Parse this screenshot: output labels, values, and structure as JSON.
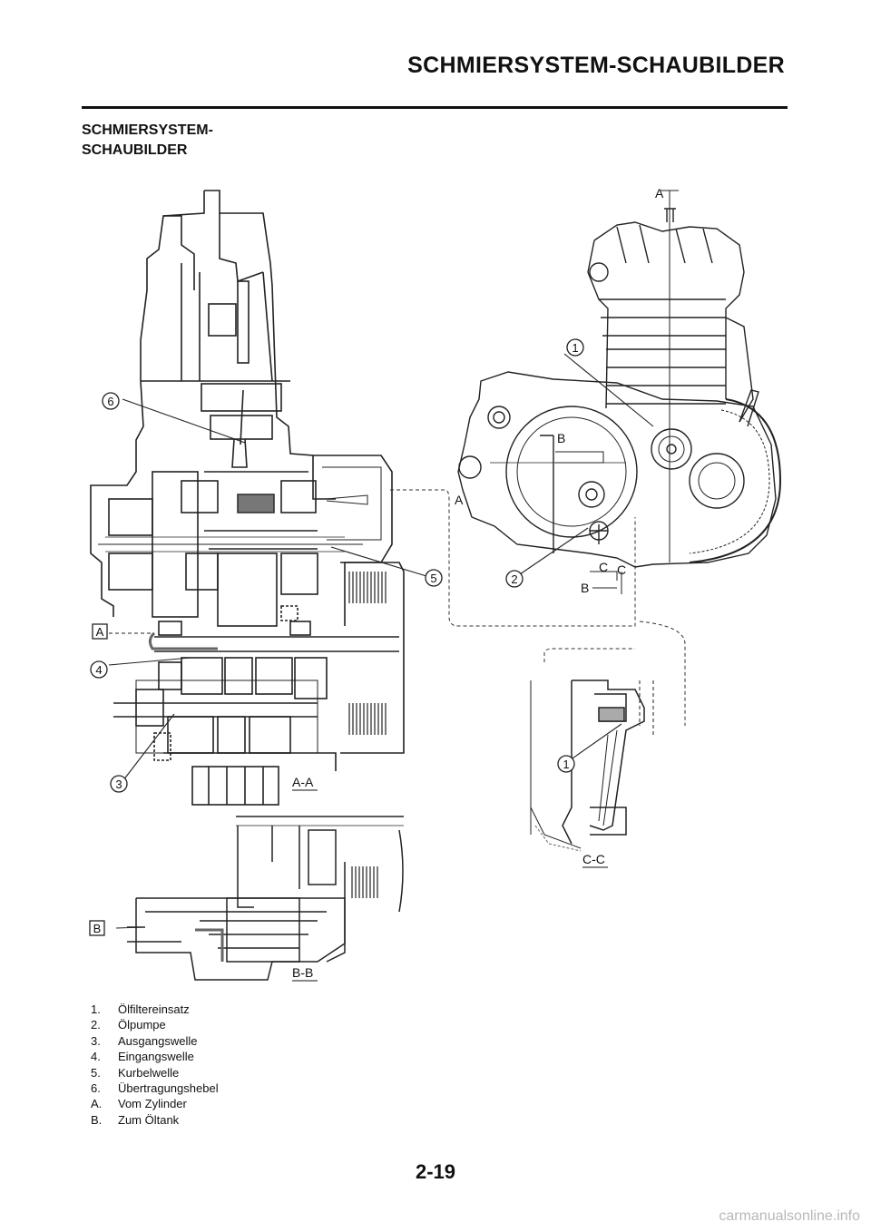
{
  "header": {
    "title": "SCHMIERSYSTEM-SCHAUBILDER"
  },
  "section": {
    "title_line1": "SCHMIERSYSTEM-",
    "title_line2": "SCHAUBILDER"
  },
  "figure": {
    "callouts": [
      "1",
      "2",
      "3",
      "4",
      "5",
      "6",
      "1"
    ],
    "boxed_labels": [
      "A",
      "B"
    ],
    "section_marks": [
      "A",
      "A",
      "B",
      "B",
      "C",
      "C"
    ],
    "section_views": [
      "A-A",
      "B-B",
      "C-C"
    ]
  },
  "legend": [
    {
      "key": "1.",
      "text": "Ölfiltereinsatz"
    },
    {
      "key": "2.",
      "text": "Ölpumpe"
    },
    {
      "key": "3.",
      "text": "Ausgangswelle"
    },
    {
      "key": "4.",
      "text": "Eingangswelle"
    },
    {
      "key": "5.",
      "text": "Kurbelwelle"
    },
    {
      "key": "6.",
      "text": "Übertragungshebel"
    },
    {
      "key": "A.",
      "text": "Vom Zylinder"
    },
    {
      "key": "B.",
      "text": "Zum Öltank"
    }
  ],
  "footer": {
    "page_number": "2-19",
    "watermark": "carmanualsonline.info"
  }
}
